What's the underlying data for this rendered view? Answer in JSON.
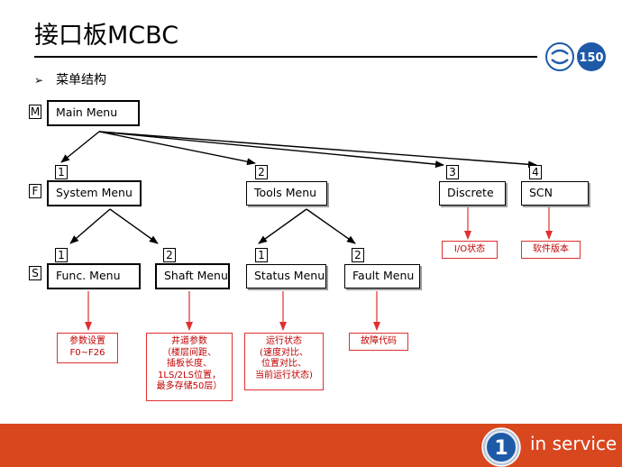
{
  "header": {
    "title": "接口板MCBC",
    "logo_text": "150",
    "subtitle": "菜单结构"
  },
  "rows": {
    "m": "M",
    "f": "F",
    "s": "S"
  },
  "menus": {
    "main": "Main Menu",
    "system": {
      "index": "1",
      "label": "System Menu"
    },
    "tools": {
      "index": "2",
      "label": "Tools Menu"
    },
    "discrete": {
      "index": "3",
      "label": "Discrete"
    },
    "scn": {
      "index": "4",
      "label": "SCN"
    },
    "func": {
      "index": "1",
      "label": "Func. Menu"
    },
    "shaft": {
      "index": "2",
      "label": "Shaft Menu"
    },
    "status": {
      "index": "1",
      "label": "Status Menu"
    },
    "fault": {
      "index": "2",
      "label": "Fault Menu"
    }
  },
  "notes": {
    "io": "I/O状态",
    "software": "软件版本",
    "params": [
      "参数设置",
      "F0~F26"
    ],
    "shaft": [
      "井道参数",
      "（楼层间距、",
      "插板长度、",
      "1LS/2LS位置，",
      "最多存储50层）"
    ],
    "status": [
      "运行状态",
      "(速度对比、",
      "位置对比、",
      "当前运行状态)"
    ],
    "fault": "故障代码"
  },
  "footer": {
    "badge_number": "1",
    "text": "in service"
  },
  "colors": {
    "accent": "#d9471f",
    "note_border": "#e03030",
    "note_text": "#c00000",
    "logo_blue": "#1e5aa8"
  }
}
